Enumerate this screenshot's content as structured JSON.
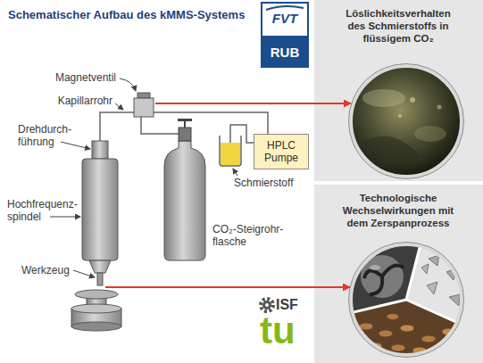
{
  "diagram": {
    "title": "Schematischer Aufbau des kMMS-Systems",
    "nodes": [
      {
        "text": [
          "Löslichkeitsverhalten des Schmierstoffs in flüssigem CO₂"
        ]
      },
      {
        "text": [
          "HPLC Pumpe"
        ]
      },
      {
        "text": [
          "Technologische Wechselwirkungen mit dem Zerspanprozess"
        ]
      }
    ],
    "labels": [
      "FVT",
      "RUB",
      "Magnetventil",
      "Kapillarrohr",
      "Drehdurch- führung",
      "Hochfrequenz- spindel",
      "Werkzeug",
      "Schmierstoff",
      "CO₂-Steigrohr- flasche",
      "ISF",
      "tu"
    ]
  }
}
